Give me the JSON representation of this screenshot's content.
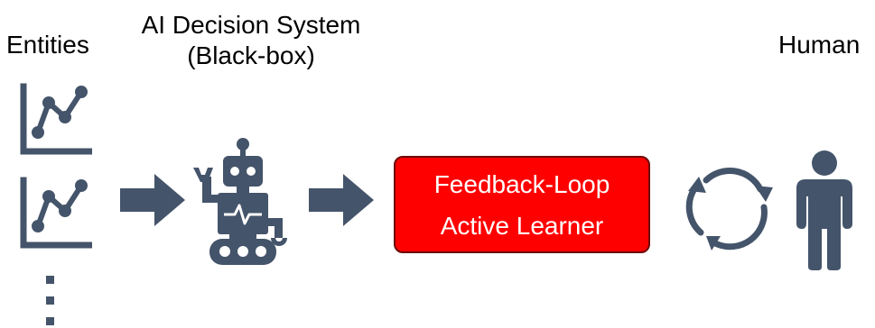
{
  "entities": {
    "label": "Entities",
    "chart_icon_name": "line-chart-icon",
    "ellipsis_icon_name": "vertical-ellipsis-icon"
  },
  "ai_system": {
    "title": "AI Decision System",
    "subtitle": "(Black-box)",
    "icon_name": "robot-icon"
  },
  "learner": {
    "line1": "Feedback-Loop",
    "line2": "Active Learner",
    "fill_color": "#ff0000",
    "text_color": "#ffffff"
  },
  "human": {
    "label": "Human",
    "icon_name": "person-icon"
  },
  "connectors": {
    "arrow_icon_name": "right-arrow-icon",
    "cycle_icon_name": "cycle-arrows-icon"
  },
  "colors": {
    "icon": "#44546a",
    "text": "#000000",
    "box_border": "#6e0a0a"
  }
}
